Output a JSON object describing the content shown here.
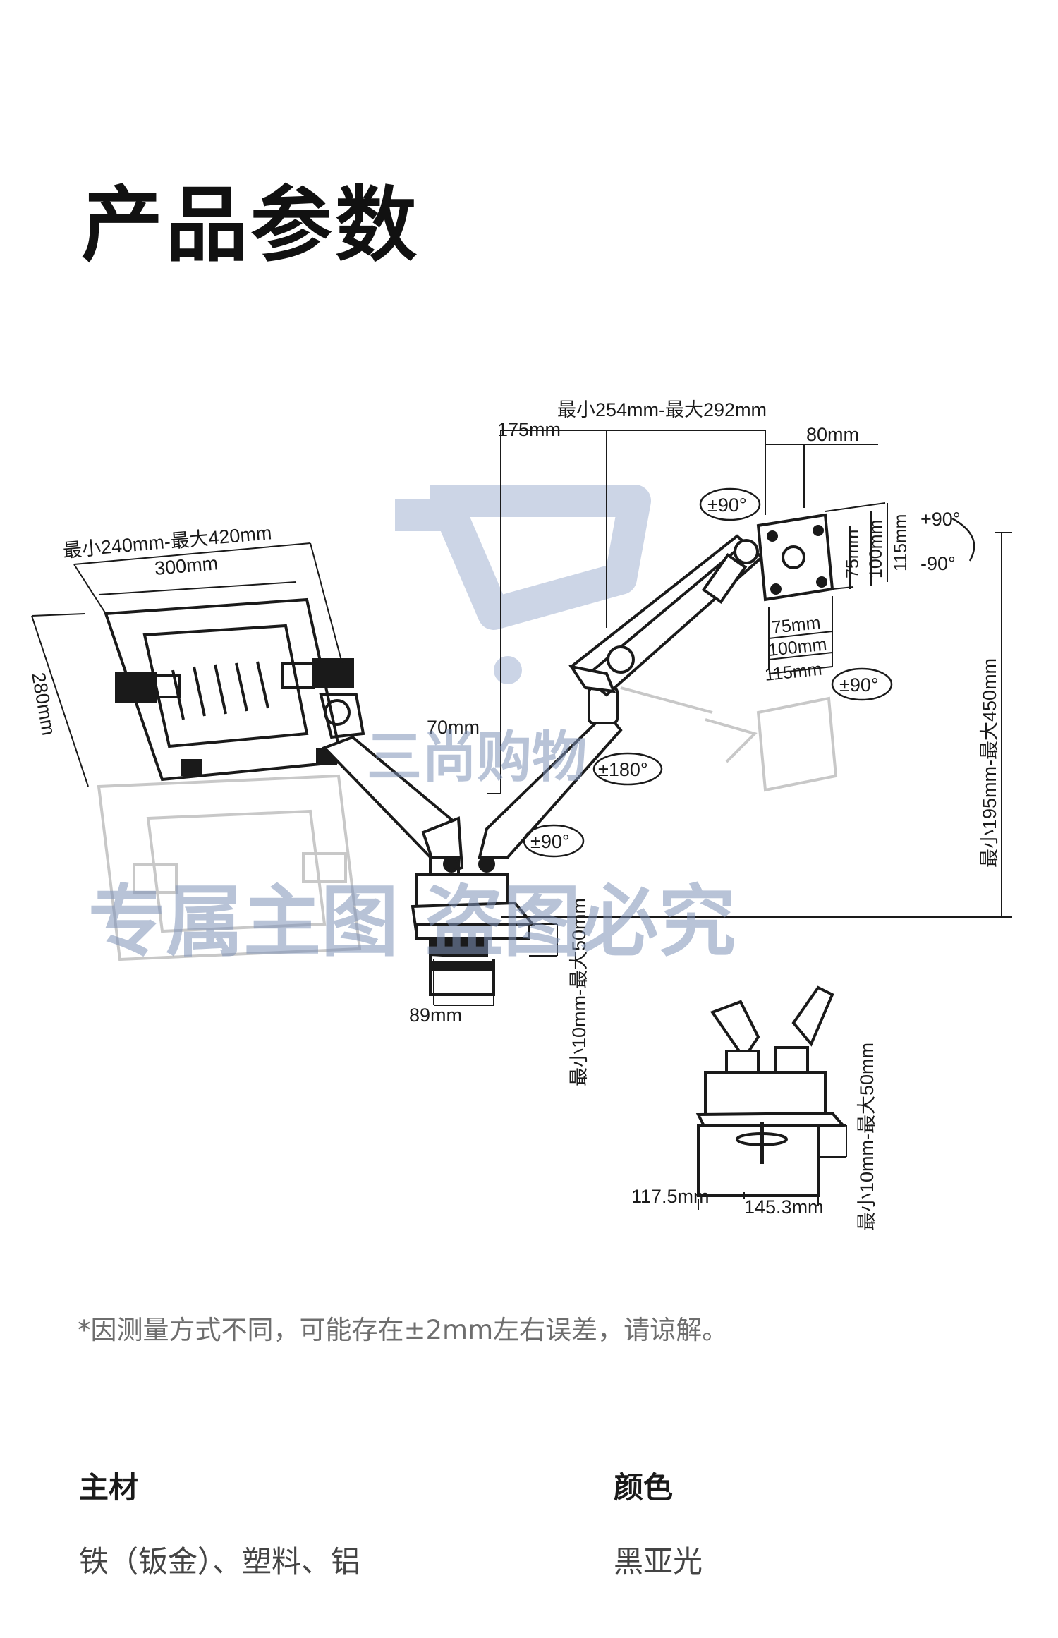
{
  "page": {
    "title": "产品参数",
    "note": "*因测量方式不同，可能存在±2mm左右误差，请谅解。"
  },
  "dimensions": {
    "top_range": "最小254mm-最大292mm",
    "d175": "175mm",
    "d80": "80mm",
    "laptop_range": "最小240mm-最大420mm",
    "d300": "300mm",
    "d280": "280mm",
    "d70": "70mm",
    "d89": "89mm",
    "clamp_range": "最小10mm-最大50mm",
    "height_range": "最小195mm-最大450mm",
    "vesa_75": "75mm",
    "vesa_100": "100mm",
    "vesa_115": "115mm",
    "tilt_up": "+90°",
    "tilt_down": "-90°",
    "rot_pm90": "±90°",
    "rot_pm180": "±180°",
    "base_depth": "117.5mm",
    "base_width": "145.3mm",
    "clamp_range_2": "最小10mm-最大50mm"
  },
  "watermark": {
    "brand": "三尚购物",
    "notice": "专属主图  盗图必究"
  },
  "specs": [
    {
      "label": "主材",
      "value": "铁（钣金）、塑料、铝"
    },
    {
      "label": "颜色",
      "value": "黑亚光"
    }
  ],
  "colors": {
    "line": "#1a1a1a",
    "watermark": "#7f93b8",
    "ghost": "#bdbdbd"
  }
}
